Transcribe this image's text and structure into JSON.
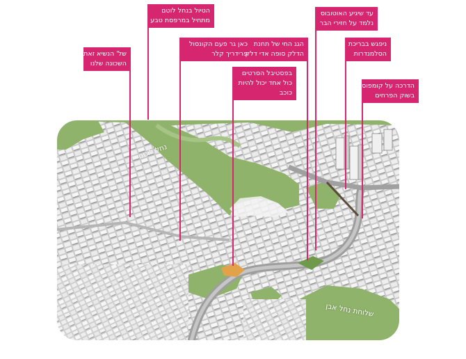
{
  "callouts": [
    {
      "id": "lotus-trail",
      "lines": [
        "הטיול בנחל לוטם",
        "מתחיל במרפסת טבע"
      ]
    },
    {
      "id": "president",
      "lines": [
        "של' הנשיא זאת",
        "השכונה שלנו"
      ]
    },
    {
      "id": "consul",
      "lines": [
        "כאן גר פעם הקונסול",
        "פרידריך קלר"
      ]
    },
    {
      "id": "festival",
      "lines": [
        "בפסטיבל הסרטים",
        "כול אחד יכול להיות",
        "כוכב"
      ]
    },
    {
      "id": "roof",
      "lines": [
        "הגג החי של תחנת",
        "הדלק סופה אדי דלק"
      ]
    },
    {
      "id": "bus",
      "lines": [
        "עד שיגיע האוטובוס",
        "נלמד על חזירי הבר"
      ]
    },
    {
      "id": "salamander",
      "lines": [
        "ניפגש בבריכת",
        "הסלמנדרות"
      ]
    },
    {
      "id": "compost",
      "lines": [
        "הדרכה על קומפוסט",
        "בשוק הפרחים"
      ]
    }
  ],
  "map_labels": {
    "lotus_stream": "נחל לוטם",
    "even_stream_wadi": "שלוחת נחל אבן"
  },
  "colors": {
    "accent": "#d6266f",
    "green_area": "#8fb36a",
    "building": "#e6e6e6",
    "road": "#a9a9a9",
    "highlight": "#e2a24a"
  }
}
